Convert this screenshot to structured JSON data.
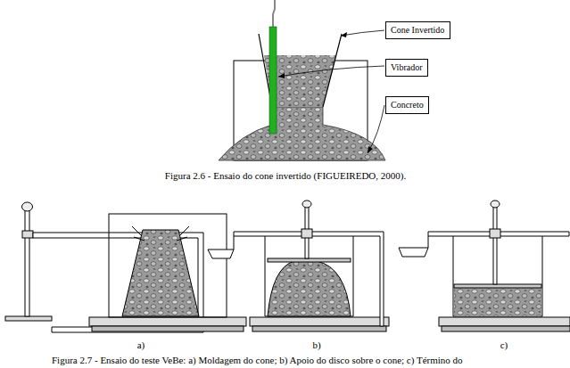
{
  "diagram": {
    "nodes": [
      {
        "text": [
          "Cone Invertido"
        ]
      },
      {
        "text": [
          "Vibrador"
        ]
      },
      {
        "text": [
          "Concreto"
        ]
      }
    ],
    "labels": [
      "Figura 2.6 - Ensaio do cone invertido (FIGUEIREDO, 2000).",
      "a)",
      "b)",
      "c)",
      "Figura 2.7 - Ensaio do teste VeBe: a) Moldagem do cone; b) Apoio do disco sobre o cone; c) Término do"
    ]
  }
}
